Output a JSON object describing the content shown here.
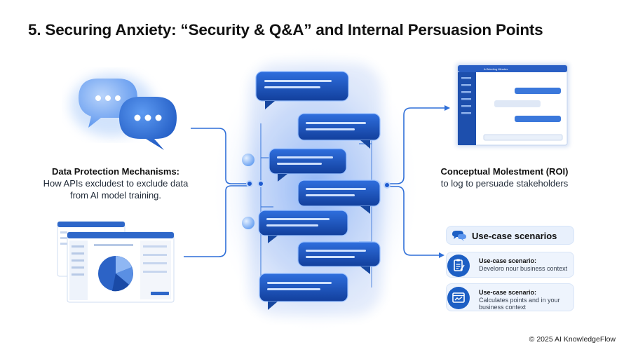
{
  "title": "5. Securing Anxiety: “Security & Q&A” and Internal Persuasion Points",
  "left": {
    "heading": "Data Protection Mechanisms:",
    "body": "How APIs excludest to exclude data from AI model training."
  },
  "right": {
    "heading": "Conceptual Molestment (ROI)",
    "body": "to log to persuade stakeholders",
    "window_title": "AI Meeting Minutes"
  },
  "use_cases": {
    "header": "Use-case scenarios",
    "items": [
      {
        "title": "Use-case scenario:",
        "body": "Develoro nour business context",
        "icon": "clipboard-icon"
      },
      {
        "title": "Use-case scenario:",
        "body": "Calculates points and in your business context",
        "icon": "browser-chart-icon"
      }
    ]
  },
  "footer": "© 2025 AI KnowledgeFlow",
  "colors": {
    "accent": "#1d5fc4",
    "glow": "#3b82f6",
    "panel": "#eef4fd"
  }
}
